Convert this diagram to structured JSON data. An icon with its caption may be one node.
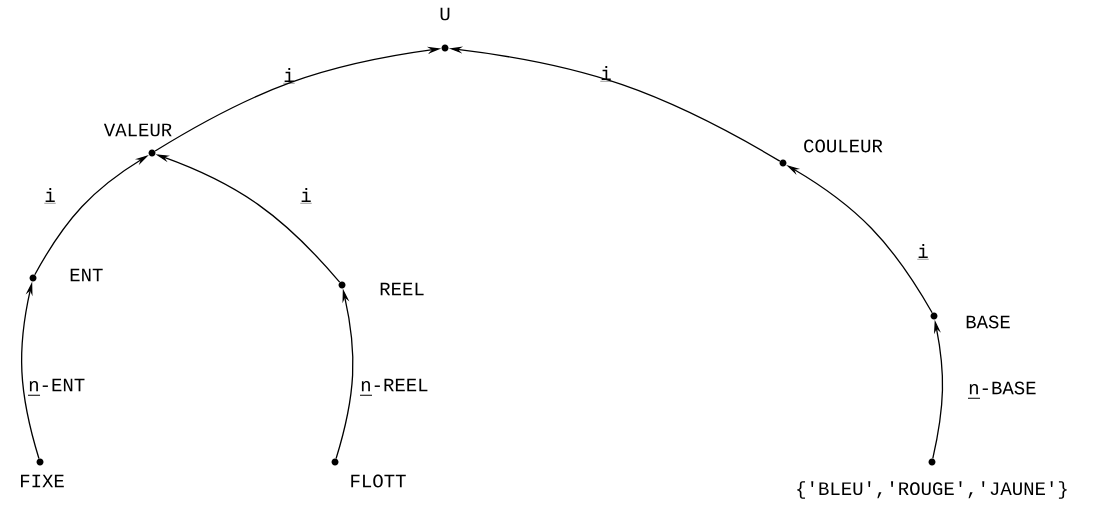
{
  "diagram": {
    "nodes": [
      {
        "text": [
          "U"
        ]
      },
      {
        "text": [
          "VALEUR"
        ]
      },
      {
        "text": [
          "COULEUR"
        ]
      },
      {
        "text": [
          "ENT"
        ]
      },
      {
        "text": [
          "REEL"
        ]
      },
      {
        "text": [
          "BASE"
        ]
      },
      {
        "text": [
          "FIXE"
        ]
      },
      {
        "text": [
          "FLOTT"
        ]
      },
      {
        "text": [
          "{'BLEU','ROUGE','JAUNE'}"
        ]
      }
    ],
    "edges": [
      {
        "from": 1,
        "to": 0,
        "arrow": "to",
        "label": "i"
      },
      {
        "from": 2,
        "to": 0,
        "arrow": "to",
        "label": "i"
      },
      {
        "from": 3,
        "to": 1,
        "arrow": "to",
        "label": "i"
      },
      {
        "from": 4,
        "to": 1,
        "arrow": "to",
        "label": "i"
      },
      {
        "from": 5,
        "to": 2,
        "arrow": "to",
        "label": "i"
      },
      {
        "from": 6,
        "to": 3,
        "arrow": "to",
        "label": "n-ENT"
      },
      {
        "from": 7,
        "to": 4,
        "arrow": "to",
        "label": "n-REEL"
      },
      {
        "from": 8,
        "to": 5,
        "arrow": "to",
        "label": "n-BASE"
      }
    ]
  }
}
